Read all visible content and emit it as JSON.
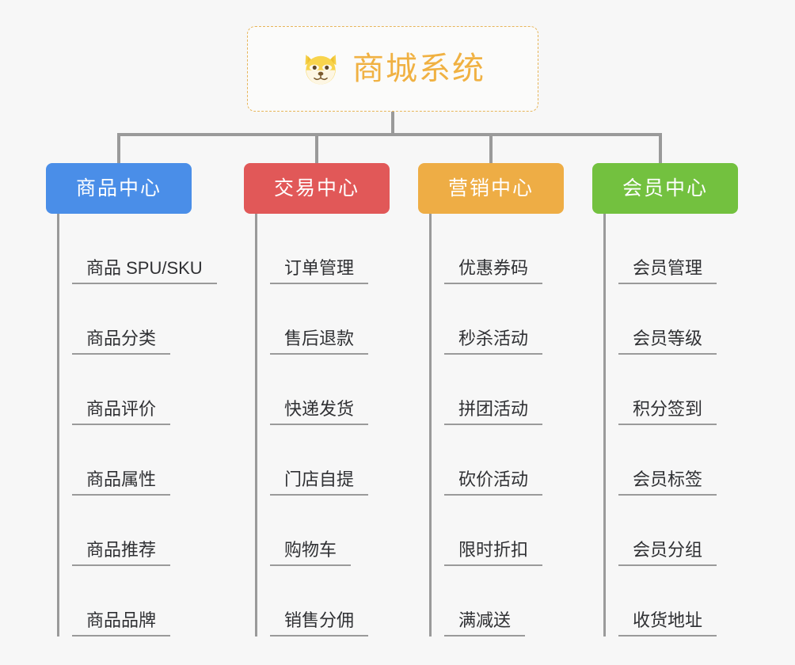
{
  "root": {
    "title": "商城系统",
    "icon": "shiba-dog-face-icon",
    "border_color": "#e7b55a",
    "text_color": "#f0b142",
    "background": "#fbfbfa"
  },
  "canvas": {
    "background": "#f7f7f7",
    "connector_color": "#9a9a9a"
  },
  "columns": [
    {
      "id": "product-center",
      "label": "商品中心",
      "color": "#4a8ee8",
      "items": [
        {
          "label": "商品 SPU/SKU"
        },
        {
          "label": "商品分类"
        },
        {
          "label": "商品评价"
        },
        {
          "label": "商品属性"
        },
        {
          "label": "商品推荐"
        },
        {
          "label": "商品品牌"
        }
      ]
    },
    {
      "id": "trade-center",
      "label": "交易中心",
      "color": "#e15858",
      "items": [
        {
          "label": "订单管理"
        },
        {
          "label": "售后退款"
        },
        {
          "label": "快递发货"
        },
        {
          "label": "门店自提"
        },
        {
          "label": "购物车"
        },
        {
          "label": "销售分佣"
        }
      ]
    },
    {
      "id": "marketing-center",
      "label": "营销中心",
      "color": "#eead45",
      "items": [
        {
          "label": "优惠券码"
        },
        {
          "label": "秒杀活动"
        },
        {
          "label": "拼团活动"
        },
        {
          "label": "砍价活动"
        },
        {
          "label": "限时折扣"
        },
        {
          "label": "满减送"
        }
      ]
    },
    {
      "id": "member-center",
      "label": "会员中心",
      "color": "#73c13f",
      "items": [
        {
          "label": "会员管理"
        },
        {
          "label": "会员等级"
        },
        {
          "label": "积分签到"
        },
        {
          "label": "会员标签"
        },
        {
          "label": "会员分组"
        },
        {
          "label": "收货地址"
        }
      ]
    }
  ]
}
